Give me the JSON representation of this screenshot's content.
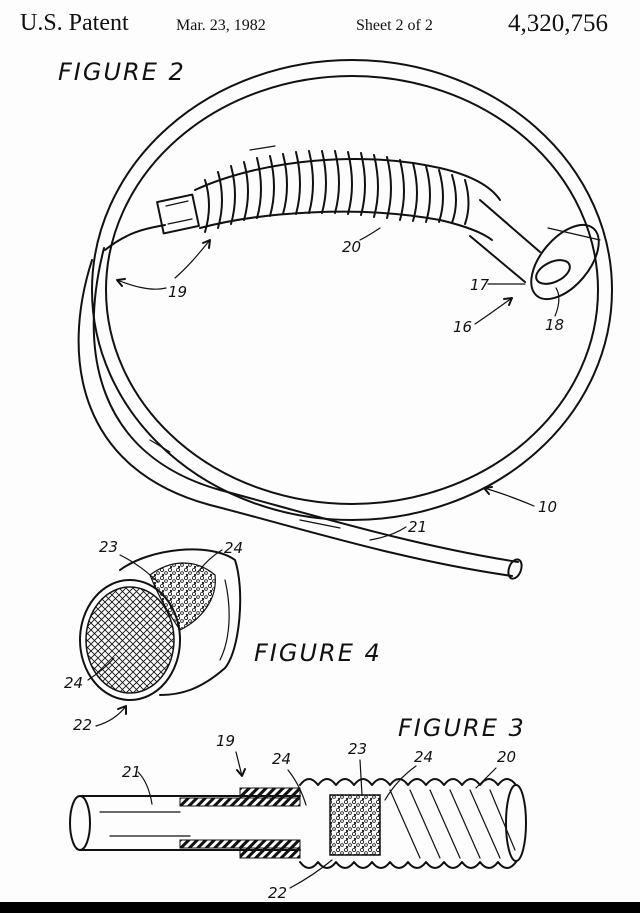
{
  "header": {
    "label": "U.S. Patent",
    "date": "Mar. 23, 1982",
    "sheet": "Sheet 2 of 2",
    "patent_number": "4,320,756"
  },
  "figures": {
    "fig2": "FIGURE 2",
    "fig4": "FIGURE 4",
    "fig3": "FIGURE 3"
  },
  "refs": {
    "r10": "10",
    "r16": "16",
    "r17": "17",
    "r18": "18",
    "r19": "19",
    "r20": "20",
    "r21": "21",
    "r22": "22",
    "r23": "23",
    "r24": "24"
  },
  "colors": {
    "ink": "#111111",
    "paper": "#fdfdfd"
  }
}
